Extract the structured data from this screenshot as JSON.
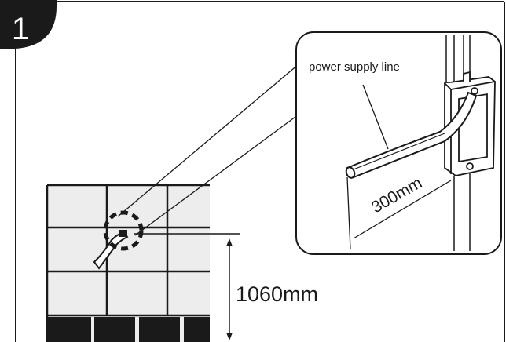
{
  "step": {
    "number": "1"
  },
  "labels": {
    "power_supply_line": "power supply line",
    "distance_300": "300mm",
    "height_1060": "1060mm"
  },
  "colors": {
    "ink": "#1a1a1a",
    "wall_tile": "#ededed",
    "tile_line": "#1a1a1a",
    "base_tile": "#1a1a1a"
  }
}
